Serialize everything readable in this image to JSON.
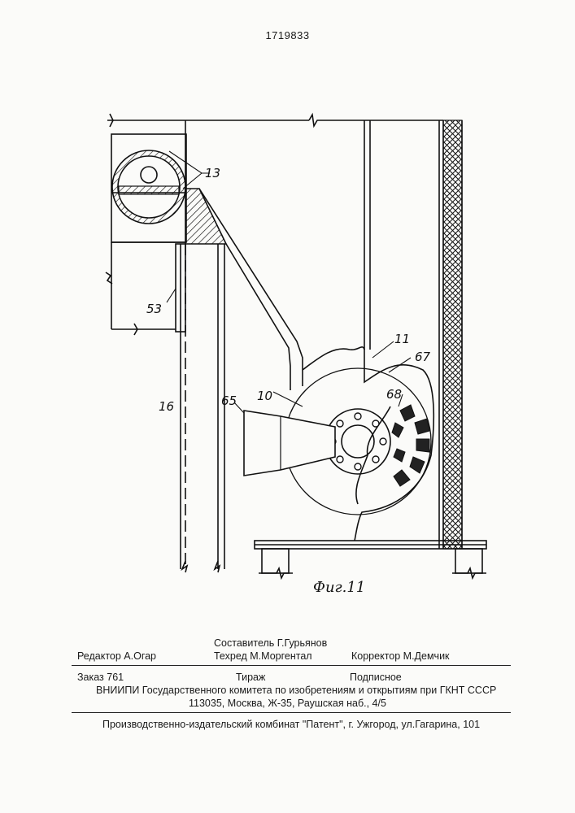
{
  "header": {
    "patent_number": "1719833"
  },
  "figure": {
    "caption": "Фиг.11",
    "labels": {
      "l13": "13",
      "l53": "53",
      "l16": "16",
      "l65": "65",
      "l10": "10",
      "l11": "11",
      "l67": "67",
      "l68": "68"
    }
  },
  "colophon": {
    "compiler": "Составитель Г.Гурьянов",
    "editor": "Редактор А.Огар",
    "techred": "Техред М.Моргентал",
    "corrector": "Корректор М.Демчик",
    "order": "Заказ 761",
    "circulation": "Тираж",
    "subscription": "Подписное",
    "institute": "ВНИИПИ Государственного комитета по изобретениям и открытиям при ГКНТ СССР",
    "address": "113035, Москва, Ж-35, Раушская наб., 4/5",
    "publisher": "Производственно-издательский комбинат \"Патент\", г. Ужгород, ул.Гагарина, 101"
  }
}
